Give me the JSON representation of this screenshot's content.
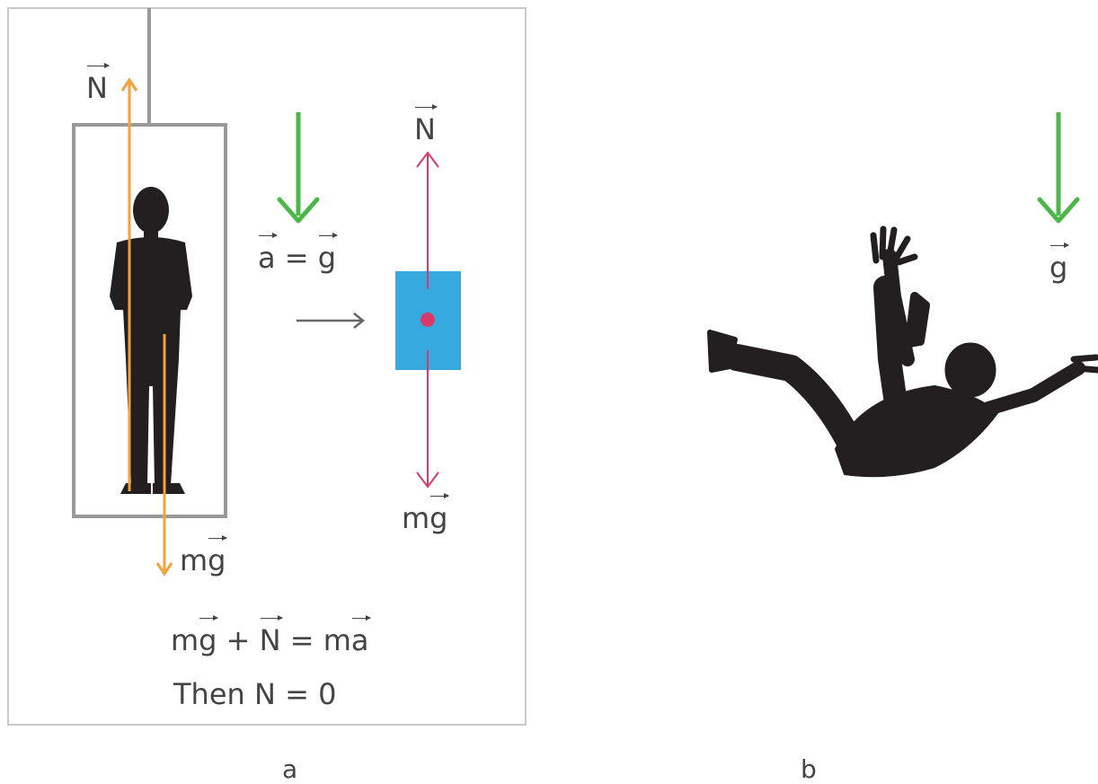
{
  "panel_a": {
    "caption": "a",
    "label_N_orange": "N",
    "label_mg_orange_m": "m",
    "label_mg_orange_g": "g",
    "label_a": "a",
    "label_eq": " = ",
    "label_g_green": "g",
    "label_N_pink": "N",
    "label_mg_pink_m": "m",
    "label_mg_pink_g": "g",
    "eq_m1": "m",
    "eq_g": "g",
    "eq_plus": " + ",
    "eq_N": "N",
    "eq_eq": " = m",
    "eq_a": "a",
    "then_text": "Then N = 0"
  },
  "panel_b": {
    "caption": "b",
    "label_g": "g"
  },
  "colors": {
    "orange": "#f2a13b",
    "green": "#4cb749",
    "pink": "#d9386b",
    "blue": "#36a9df",
    "frame": "#999999",
    "silhouette": "#231f20"
  }
}
